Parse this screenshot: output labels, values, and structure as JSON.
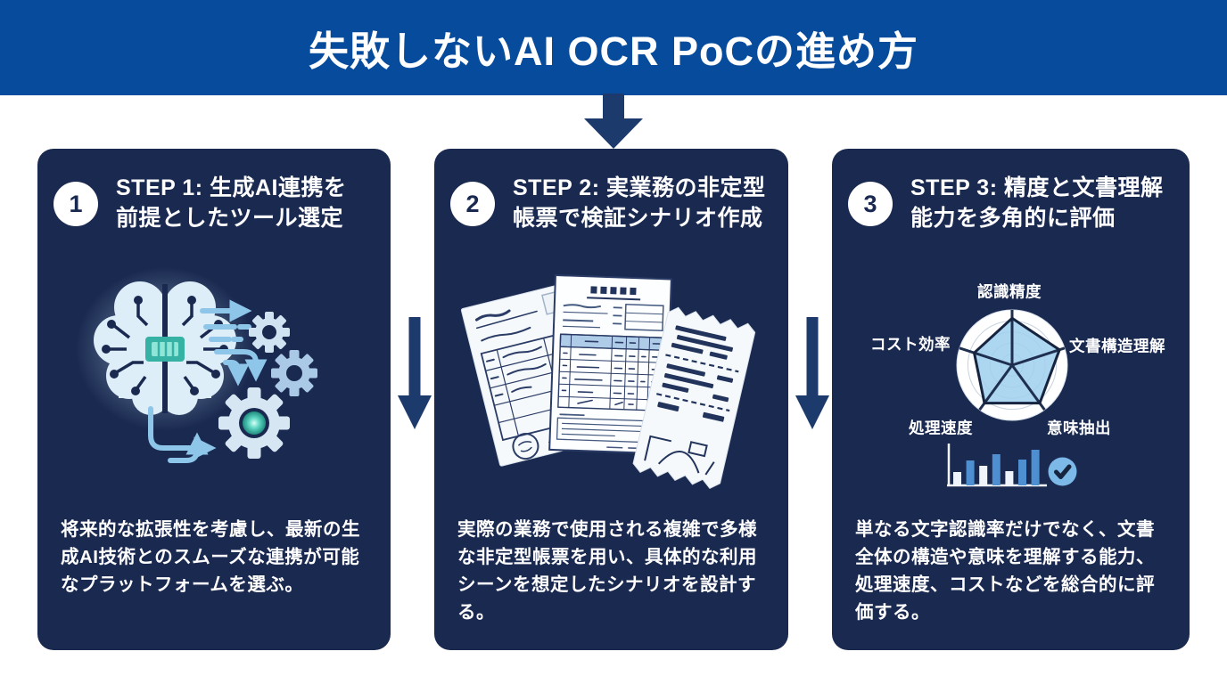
{
  "header": {
    "title": "失敗しないAI OCR PoCの進め方"
  },
  "colors": {
    "banner_bg": "#074b9d",
    "card_bg": "#1a2950",
    "flow_arrow": "#1d3a6c",
    "text": "#ffffff",
    "accent_light_blue": "#7cb9e8"
  },
  "steps": [
    {
      "number": "1",
      "title_line1": "STEP 1: 生成AI連携を",
      "title_line2": "前提としたツール選定",
      "description": "将来的な拡張性を考慮し、最新の生成AI技術とのスムーズな連携が可能なプラットフォームを選ぶ。",
      "illustration": "brain-and-gears"
    },
    {
      "number": "2",
      "title_line1": "STEP 2: 実業務の非定型",
      "title_line2": "帳票で検証シナリオ作成",
      "description": "実際の業務で使用される複雑で多様な非定型帳票を用い、具体的な利用シーンを想定したシナリオを設計する。",
      "illustration": "sample-documents"
    },
    {
      "number": "3",
      "title_line1": "STEP 3: 精度と文書理解",
      "title_line2": "能力を多角的に評価",
      "description": "単なる文字認識率だけでなく、文書全体の構造や意味を理解する能力、処理速度、コストなどを総合的に評価する。",
      "illustration": "radar-and-bar-chart"
    }
  ],
  "chart_data": [
    {
      "type": "radar",
      "axes": [
        "認識精度",
        "文書構造理解",
        "意味抽出",
        "処理速度",
        "コスト効率"
      ],
      "values": [
        0.85,
        0.9,
        0.85,
        0.85,
        0.72
      ],
      "rings": 4,
      "fill": "#9fcfed",
      "stroke": "#16243f",
      "spoke_color": "#1f2f4f",
      "note": "values estimated as fraction of full radius; no numeric ticks shown"
    },
    {
      "type": "bar",
      "values": [
        15,
        28,
        22,
        35,
        16,
        29,
        40
      ],
      "colors": [
        "#eef4fa",
        "#4d8fd1",
        "#eef4fa",
        "#4d8fd1",
        "#eef4fa",
        "#4d8fd1",
        "#4d8fd1"
      ],
      "axis_color": "#f2f6fa",
      "note": "decorative mini bar chart, no labels shown"
    }
  ]
}
